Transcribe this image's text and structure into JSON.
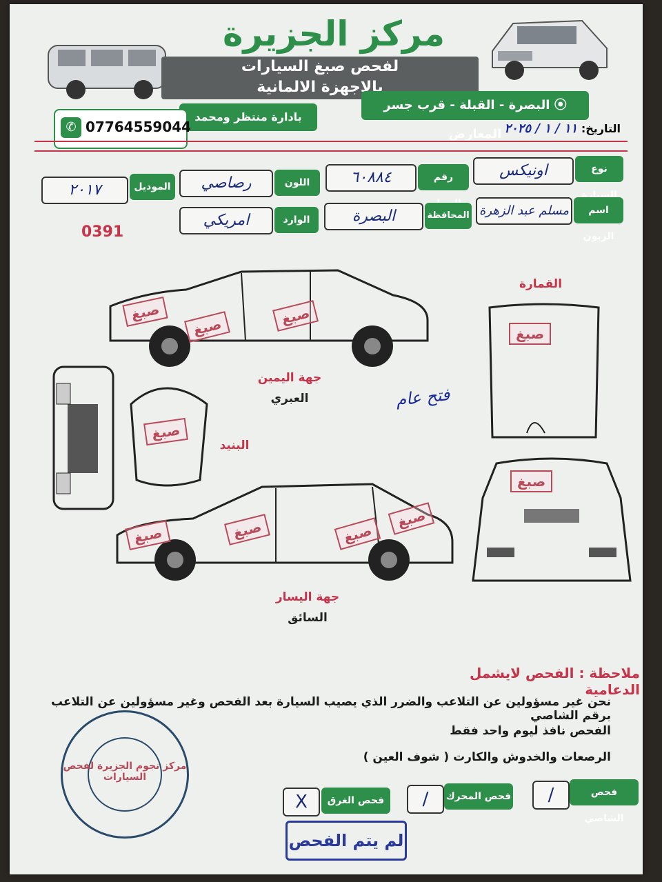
{
  "header": {
    "title": "مركز الجزيرة",
    "subtitle_line1": "لفحص صبغ السيارات",
    "subtitle_line2": "بالاجهزة الالمانية",
    "location": "البصرة - القبلة - قرب جسر المعارض",
    "management": "بادارة منتظر ومحمد",
    "phone": "07764559044",
    "date_label": "التاريخ:",
    "date_value": "١١ / ١ / ٢٠٢٥"
  },
  "form": {
    "car_type_label": "نوع السيارة",
    "car_type_value": "اونيكس",
    "plate_label": "رقم السيارة",
    "plate_value": "٦٠٨٨٤",
    "color_label": "اللون",
    "color_value": "رصاصي",
    "model_label": "الموديل",
    "model_value": "٢٠١٧",
    "customer_label": "اسم الزبون",
    "customer_value": "مسلم عبد الزهرة",
    "province_label": "المحافظة",
    "province_value": "البصرة",
    "import_label": "الوارد",
    "import_value": "امريكي",
    "serial": "0391"
  },
  "diagram": {
    "roof_label": "القمارة",
    "right_side_label": "جهة اليمين",
    "right_side_sub": "العبري",
    "hood_label": "البنيد",
    "left_side_label": "جهة اليسار",
    "left_side_sub": "السائق",
    "stamp_text": "صبغ",
    "handwritten_center": "فتح عام"
  },
  "notes": {
    "heading": "ملاحظة : الفحص لايشمل الدعامية",
    "rule1": "نحن غير مسؤولين عن التلاعب والضرر الذي يصيب السيارة بعد الفحص وغير مسؤولين عن التلاعب برقم الشاصي",
    "rule2": "الفحص نافذ ليوم واحد فقط",
    "rule3": "الرصعات والخدوش والكارت ( شوف العين )"
  },
  "checks": {
    "chassis_label": "فحص الشاصي",
    "chassis_mark": "/",
    "engine_label": "فحص المحرك",
    "engine_mark": "/",
    "flood_label": "فحص الغرق",
    "flood_mark": "X",
    "not_done": "لم يتم الفحص"
  },
  "seal": {
    "text": "مركز نجوم الجزيرة لفحص السيارات"
  },
  "colors": {
    "green": "#2e8f4a",
    "red": "#c7344a",
    "gray": "#5c5f60",
    "ink": "#1a2a9a"
  }
}
